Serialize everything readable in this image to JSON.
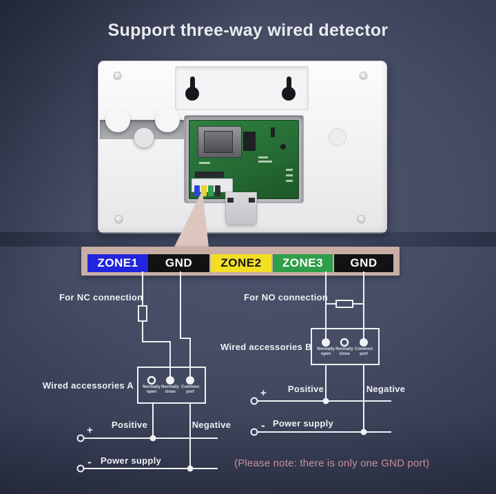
{
  "title": "Support three-way wired detector",
  "colors": {
    "background_center": "#4e5570",
    "background_edge": "#2a2f45",
    "strip_band": "#c9aea6",
    "zone1_blue": "#2125dd",
    "gnd_black": "#111214",
    "zone2_yellow": "#f2de25",
    "zone3_green": "#2f9e4a",
    "wire_white": "#f0f2f6",
    "note_pink": "#c9909c",
    "pcb_green": "#2f8040"
  },
  "strip": {
    "terminals": [
      {
        "label": "ZONE1"
      },
      {
        "label": "GND"
      },
      {
        "label": "ZONE2"
      },
      {
        "label": "ZONE3"
      },
      {
        "label": "GND"
      }
    ]
  },
  "nc": {
    "heading": "For NC connection",
    "box_label": "Wired accessories A",
    "terminal_open": "Normally open",
    "terminal_close": "Normally close",
    "terminal_common": "Common port",
    "positive": "Positive",
    "negative": "Negative",
    "power": "Power supply",
    "plus": "+",
    "minus": "-"
  },
  "no": {
    "heading": "For NO connection",
    "box_label": "Wired accessories B",
    "terminal_open": "Normally open",
    "terminal_close": "Normally close",
    "terminal_common": "Common port",
    "positive": "Positive",
    "negative": "Negative",
    "power": "Power supply",
    "plus": "+",
    "minus": "-"
  },
  "note": "(Please note: there is only one GND port)"
}
